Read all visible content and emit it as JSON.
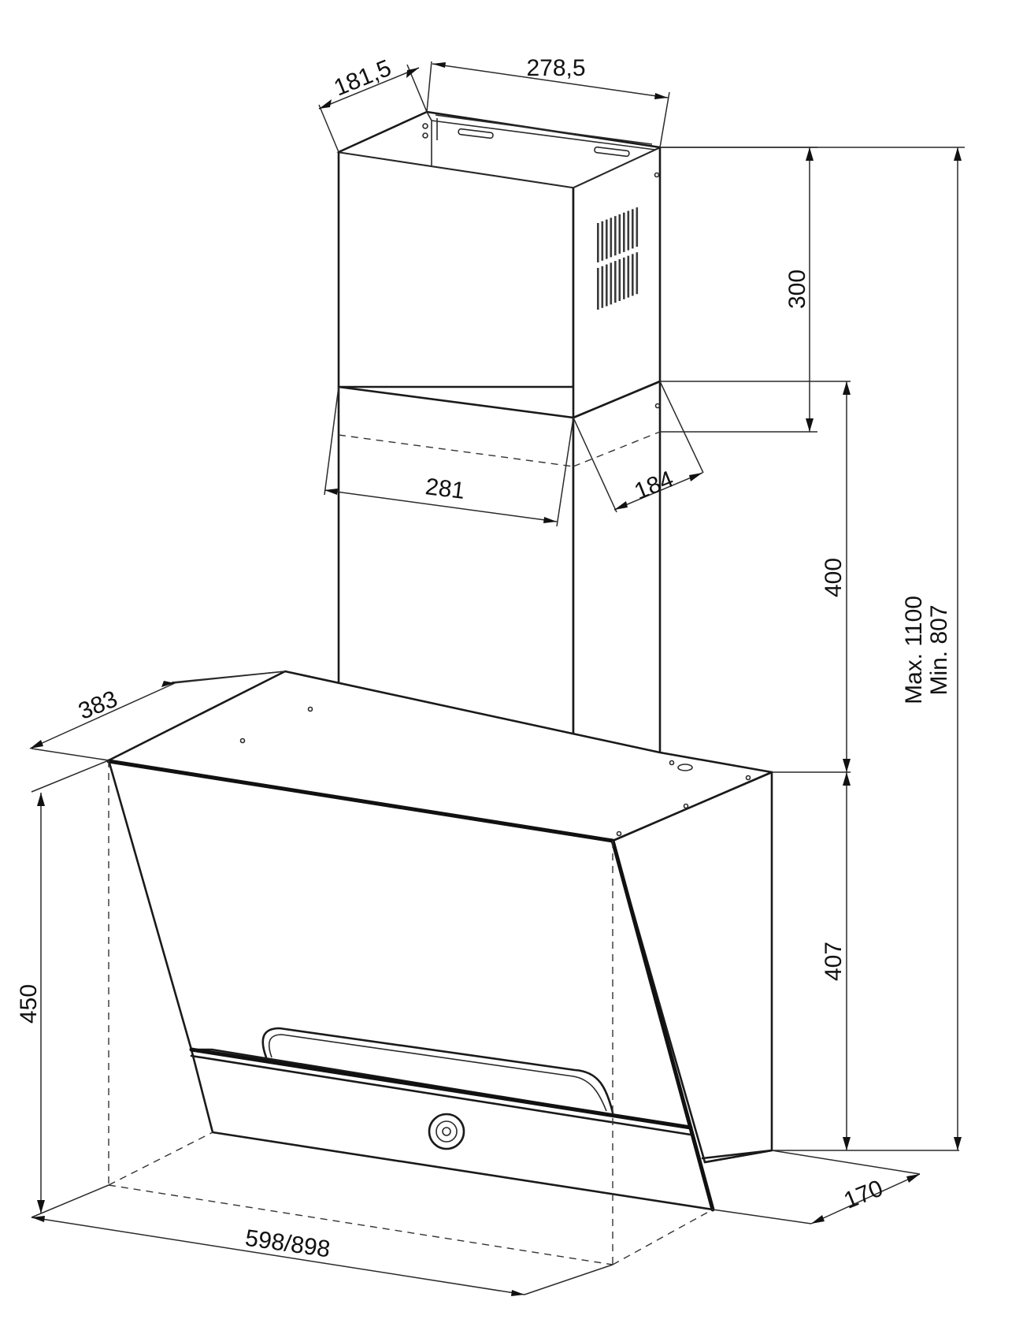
{
  "dimensions": {
    "chimney_upper_depth": "181,5",
    "chimney_upper_width": "278,5",
    "chimney_lower_width": "281",
    "chimney_lower_depth": "184",
    "upper_chimney_height": "300",
    "lower_chimney_height": "400",
    "body_height_right": "407",
    "total_height_max": "Max. 1100",
    "total_height_min": "Min. 807",
    "body_depth": "383",
    "body_height_left": "450",
    "body_width": "598/898",
    "body_bottom_depth": "170"
  }
}
